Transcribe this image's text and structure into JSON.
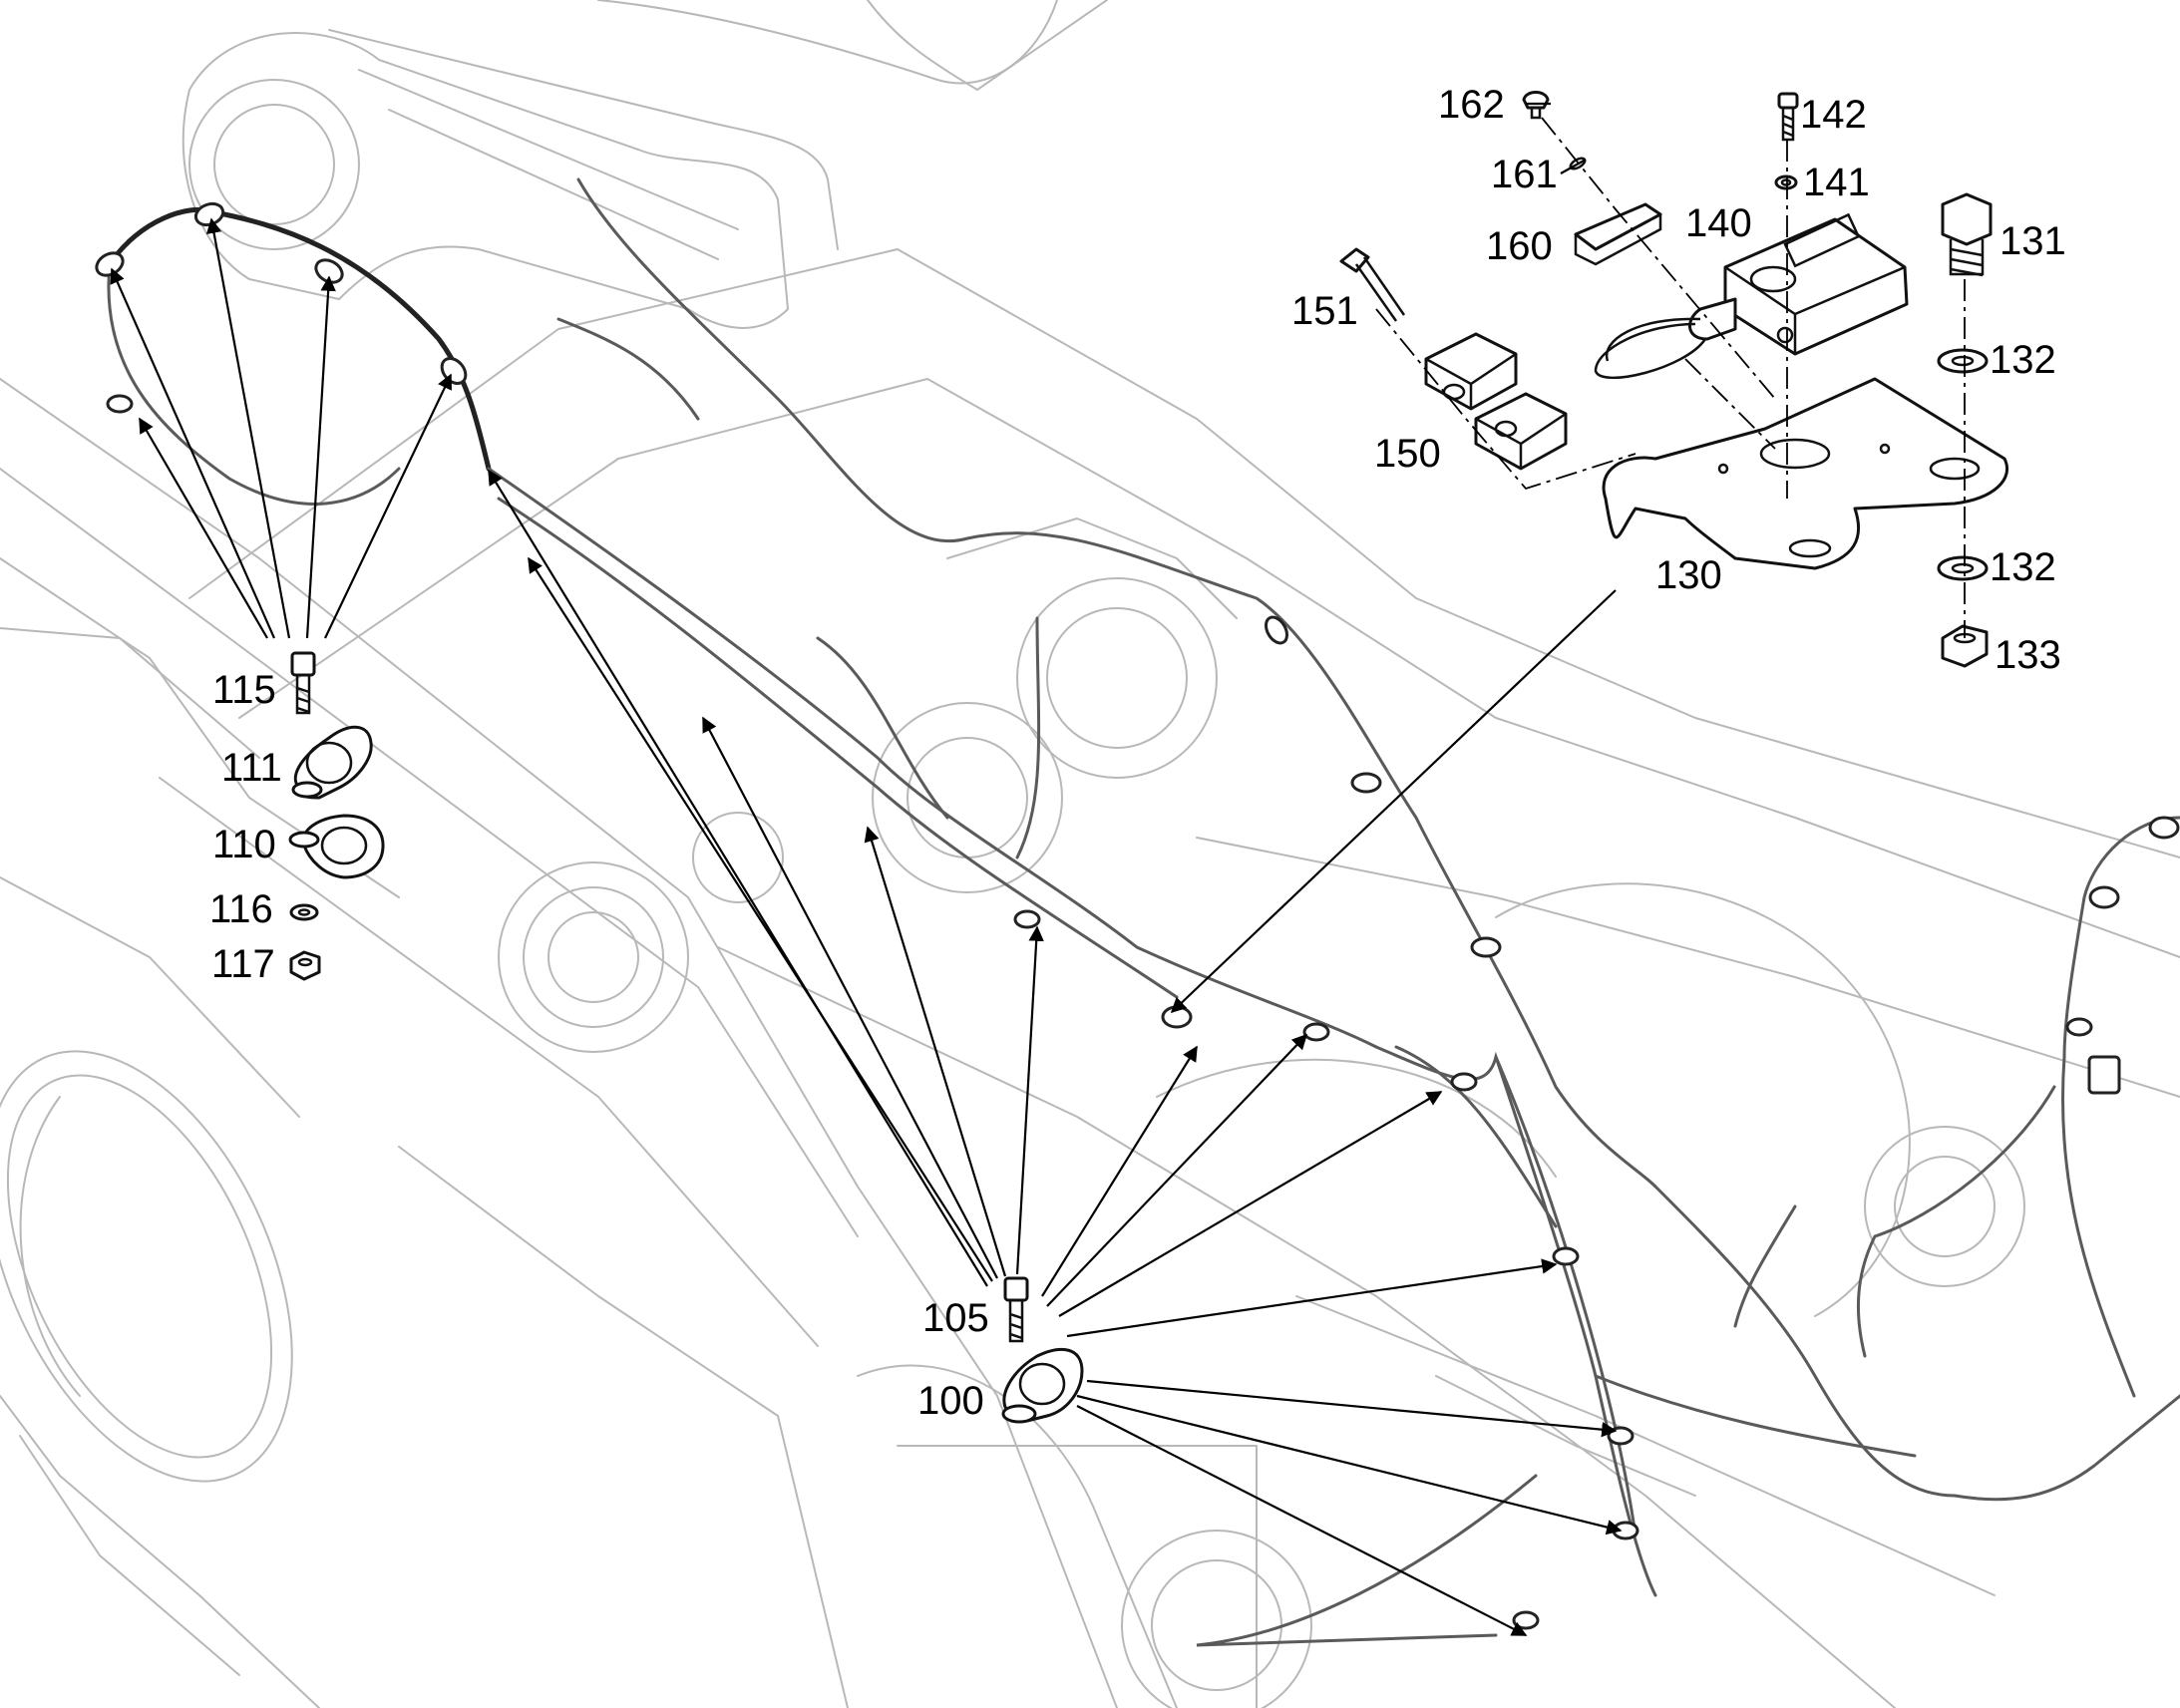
{
  "callouts": {
    "c100": "100",
    "c105": "105",
    "c110": "110",
    "c111": "111",
    "c115": "115",
    "c116": "116",
    "c117": "117",
    "c130": "130",
    "c131": "131",
    "c132a": "132",
    "c132b": "132",
    "c133": "133",
    "c140": "140",
    "c141": "141",
    "c142": "142",
    "c150": "150",
    "c151": "151",
    "c160": "160",
    "c161": "161",
    "c162": "162"
  },
  "colors": {
    "background": "#ffffff",
    "line_art": "#000000",
    "ghost_outline": "#b8b8b8"
  }
}
